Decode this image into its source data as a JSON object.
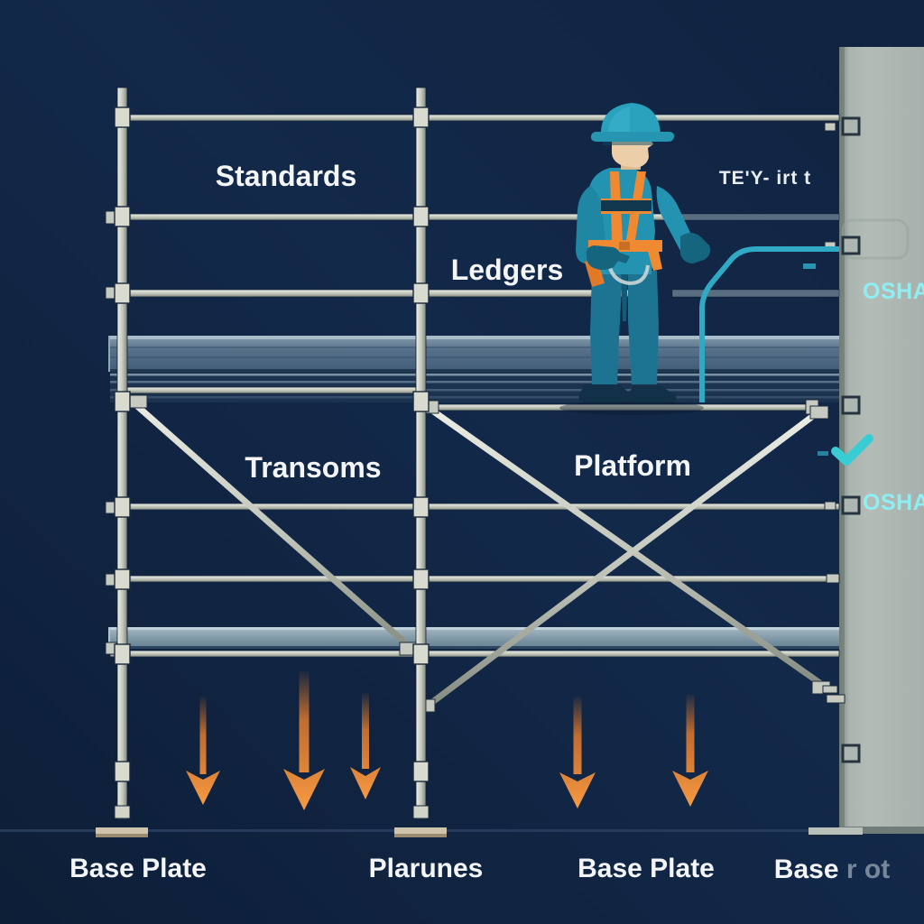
{
  "scene": {
    "component_labels": {
      "standards": "Standards",
      "ledgers": "Ledgers",
      "transoms": "Transoms",
      "platform": "Platform",
      "base_plate_left": "Base Plate",
      "plarunes": "Plarunes",
      "base_plate_mid": "Base Plate",
      "base_right_prefix": "Base ",
      "base_right_suffix": "r ot"
    },
    "marking_text": "TE'Y- irt t",
    "wall_panel": {
      "osha_label_top": "OSHA",
      "osha_label_bottom": "OSHA",
      "checkmark_icon": "teal-check"
    },
    "colors": {
      "background_navy": "#112440",
      "wall_gray": "#aeb7b2",
      "metal_gray": "#c8cbc1",
      "deck_blue_gray": "#56708a",
      "accent_teal_rail": "#2fa9c4",
      "cyan_text": "#8feef2",
      "arrow_orange": "#f08632",
      "worker_jacket_teal": "#2493b2",
      "harness_orange": "#ef8a33",
      "base_plate_tan": "#cec3ab"
    }
  }
}
